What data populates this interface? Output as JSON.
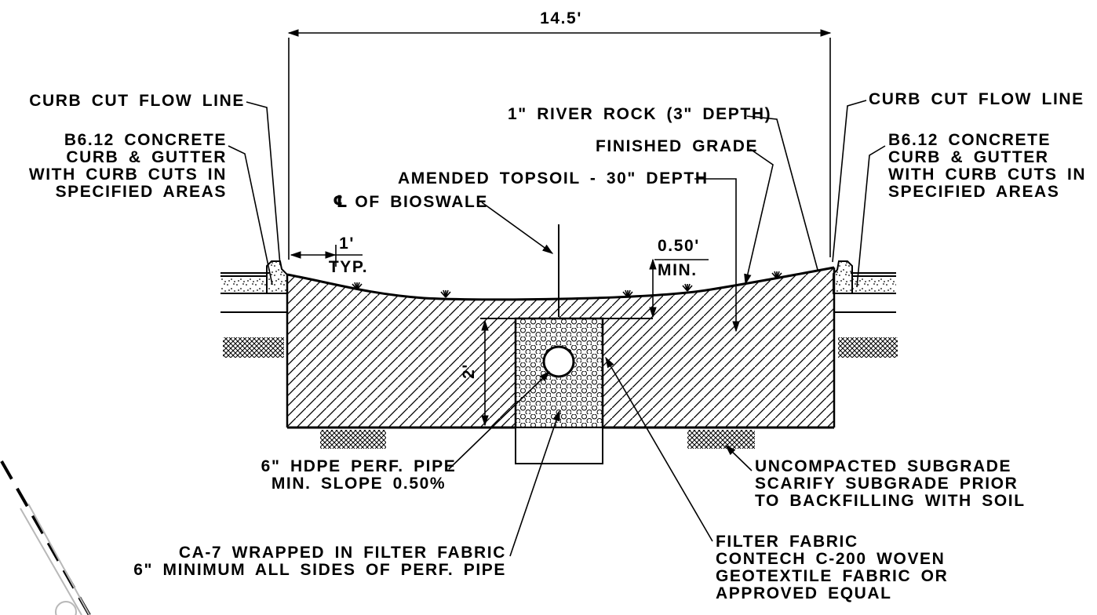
{
  "colors": {
    "ink": "#000000",
    "paper": "#ffffff"
  },
  "dims": {
    "overall_width": "14.5'",
    "offset": "1'",
    "offset_note": "TYP.",
    "freeboard": "0.50'",
    "freeboard_note": "MIN.",
    "trench_depth": "2'"
  },
  "callouts": {
    "curb_cut_flow_line_left": "CURB CUT FLOW LINE",
    "curb_cut_flow_line_right": "CURB CUT FLOW LINE",
    "b612_left": [
      "B6.12 CONCRETE",
      "CURB & GUTTER",
      "WITH CURB CUTS IN",
      "SPECIFIED AREAS"
    ],
    "b612_right": [
      "B6.12 CONCRETE",
      "CURB & GUTTER",
      "WITH CURB CUTS IN",
      "SPECIFIED AREAS"
    ],
    "river_rock": "1\" RIVER ROCK (3\" DEPTH)",
    "finished_grade": "FINISHED GRADE",
    "amended_topsoil": "AMENDED TOPSOIL - 30\" DEPTH",
    "centerline": [
      "℄",
      "OF BIOSWALE"
    ],
    "hdpe": [
      "6\" HDPE PERF. PIPE",
      "MIN. SLOPE 0.50%"
    ],
    "subgrade": [
      "UNCOMPACTED SUBGRADE",
      "SCARIFY SUBGRADE PRIOR",
      "TO BACKFILLING WITH SOIL"
    ],
    "ca7": [
      "CA-7 WRAPPED IN FILTER FABRIC",
      "6\" MINIMUM ALL SIDES OF PERF. PIPE"
    ],
    "filter_fabric": [
      "FILTER FABRIC",
      "CONTECH C-200 WOVEN",
      "GEOTEXTILE FABRIC OR",
      "APPROVED EQUAL"
    ]
  }
}
